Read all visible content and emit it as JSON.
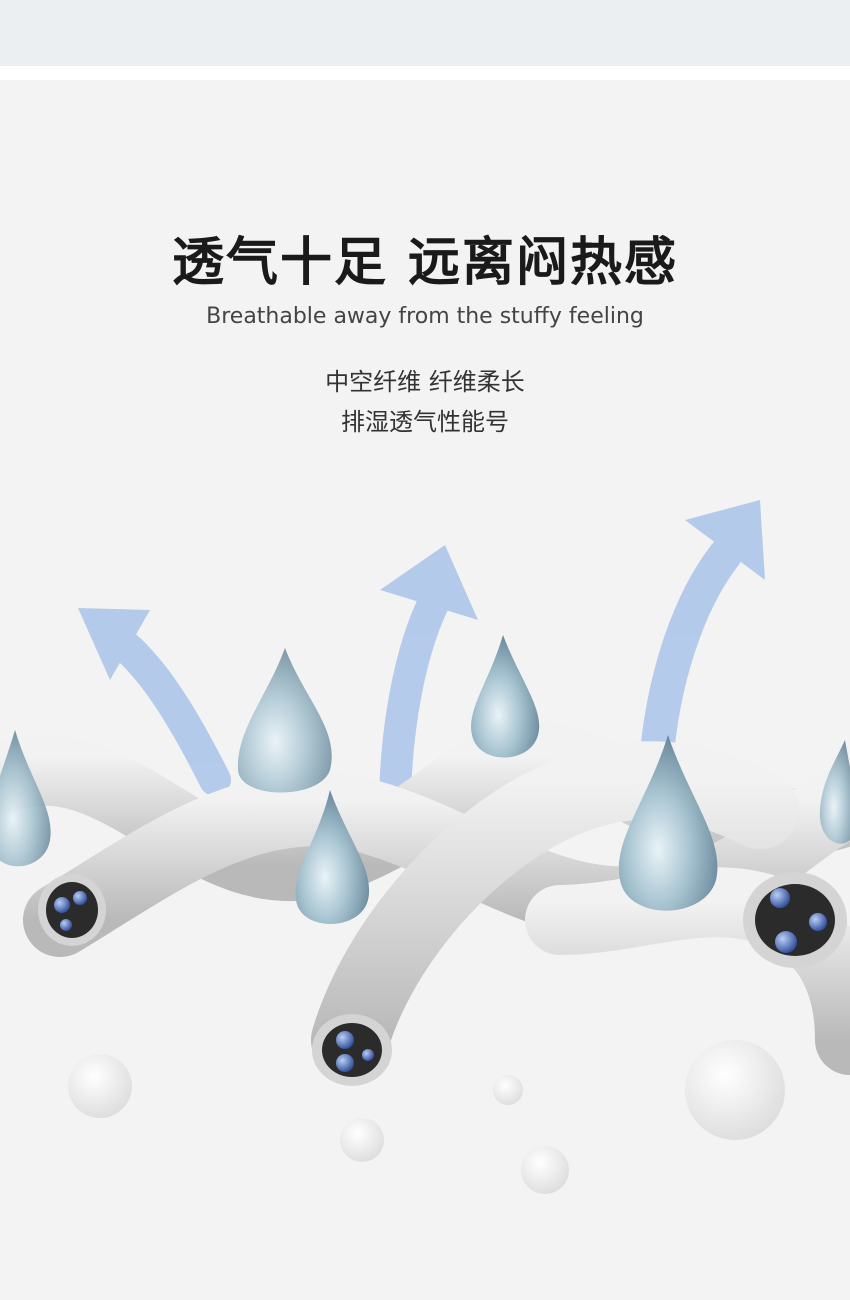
{
  "headline": "透气十足 远离闷热感",
  "subtitle_en": "Breathable away from the stuffy feeling",
  "features": {
    "line1": "中空纤维 纤维柔长",
    "line2": "排湿透气性能号"
  },
  "colors": {
    "arrow": "#a9c3ea",
    "fiber": "#d9d9d9",
    "drop": "#9fb7c6",
    "bubble": "#3b5aa8"
  }
}
